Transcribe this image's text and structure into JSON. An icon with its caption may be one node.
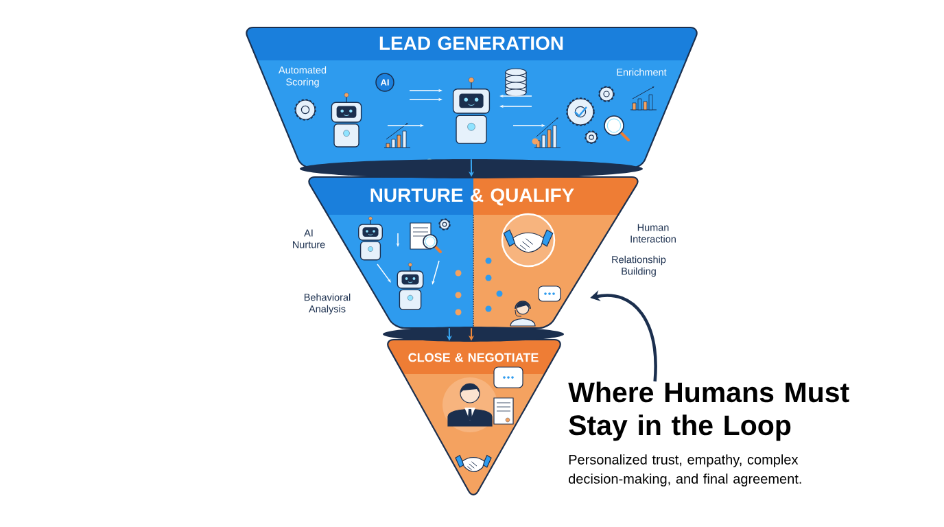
{
  "diagram": {
    "nodes": [
      {
        "text": [
          "LEAD GENERATION",
          "Automated Scoring",
          "Enrichment"
        ]
      },
      {
        "text": [
          "NURTURE & QUALIFY"
        ],
        "beside": [
          "AI Nurture",
          "Behavioral Analysis",
          "Human Interaction",
          "Relationship Building"
        ]
      },
      {
        "text": [
          "CLOSE & NEGOTIATE"
        ]
      },
      {
        "text": [
          "Where Humans Must Stay in the Loop",
          "Personalized trust, empathy, complex decision-making, and final agreement."
        ]
      }
    ],
    "edges": [
      {
        "from": 0,
        "to": 1,
        "arrow": "to",
        "color": "#3aa9f5"
      },
      {
        "from": 1,
        "to": 2,
        "arrow": "to",
        "color": "#3aa9f5"
      },
      {
        "from": 1,
        "to": 2,
        "arrow": "to",
        "color": "#f08a3c"
      },
      {
        "from": 3,
        "to": 1,
        "arrow": "to",
        "style": "thick",
        "color": "#1b2f4e"
      }
    ],
    "labels": [
      "AI"
    ]
  }
}
